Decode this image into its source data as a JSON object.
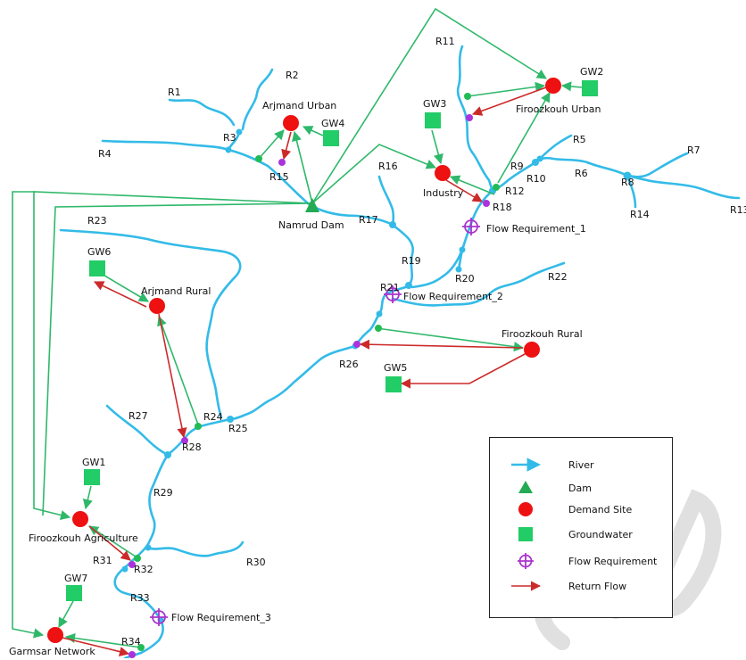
{
  "colors": {
    "river": "#33bbe8",
    "transmission": "#2fb86a",
    "return_flow": "#cc2a2a",
    "demand_site": "#ee1111",
    "groundwater": "#22cc66",
    "dam": "#22aa55",
    "flow_requirement": "#aa33cc",
    "return_node": "#aa33dd",
    "withdrawal_node": "#22bb55",
    "watermark": "#d8d8d8"
  },
  "rivers": [
    "R1",
    "R2",
    "R3",
    "R4",
    "R5",
    "R6",
    "R7",
    "R8",
    "R9",
    "R10",
    "R11",
    "R12",
    "R13",
    "R14",
    "R15",
    "R16",
    "R17",
    "R18",
    "R19",
    "R20",
    "R21",
    "R22",
    "R23",
    "R24",
    "R25",
    "R26",
    "R27",
    "R28",
    "R29",
    "R30",
    "R31",
    "R32",
    "R33",
    "R34"
  ],
  "demand_sites": [
    "Arjmand Urban",
    "Firoozkouh Urban",
    "Industry",
    "Arjmand Rural",
    "Firoozkouh Rural",
    "Firoozkouh Agriculture",
    "Garmsar Network"
  ],
  "groundwater": [
    "GW1",
    "GW2",
    "GW3",
    "GW4",
    "GW5",
    "GW6",
    "GW7"
  ],
  "dam": "Namrud Dam",
  "flow_requirements": [
    "Flow Requirement_1",
    "Flow Requirement_2",
    "Flow Requirement_3"
  ],
  "legend": {
    "river": "River",
    "dam": "Dam",
    "demand_site": "Demand Site",
    "groundwater": "Groundwater",
    "flow_requirement": "Flow Requirement",
    "return_flow": "Return Flow"
  },
  "watermark_text": "SID"
}
